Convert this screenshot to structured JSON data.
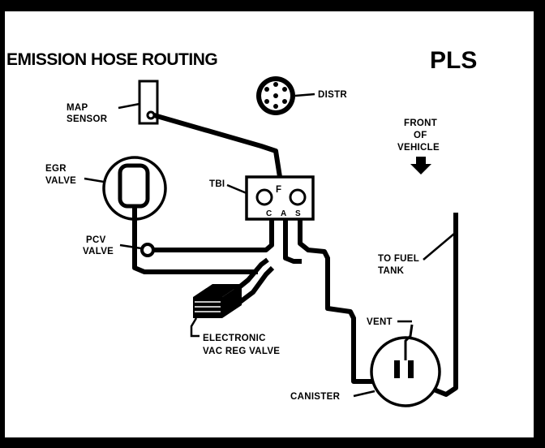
{
  "diagram": {
    "title": "EMISSION HOSE ROUTING",
    "code": "PLS",
    "labels": {
      "map_sensor": [
        "MAP",
        "SENSOR"
      ],
      "distributor": "DISTR",
      "front_of_vehicle": [
        "FRONT",
        "OF",
        "VEHICLE"
      ],
      "egr_valve": [
        "EGR",
        "VALVE"
      ],
      "tbi": "TBI",
      "tbi_port_f": "F",
      "tbi_ports_bottom": [
        "C",
        "A",
        "S"
      ],
      "pcv_valve": [
        "PCV",
        "VALVE"
      ],
      "to_fuel_tank": [
        "TO FUEL",
        "TANK"
      ],
      "electronic_vac_reg_valve": [
        "ELECTRONIC",
        "VAC REG VALVE"
      ],
      "vent": "VENT",
      "canister": "CANISTER"
    }
  }
}
